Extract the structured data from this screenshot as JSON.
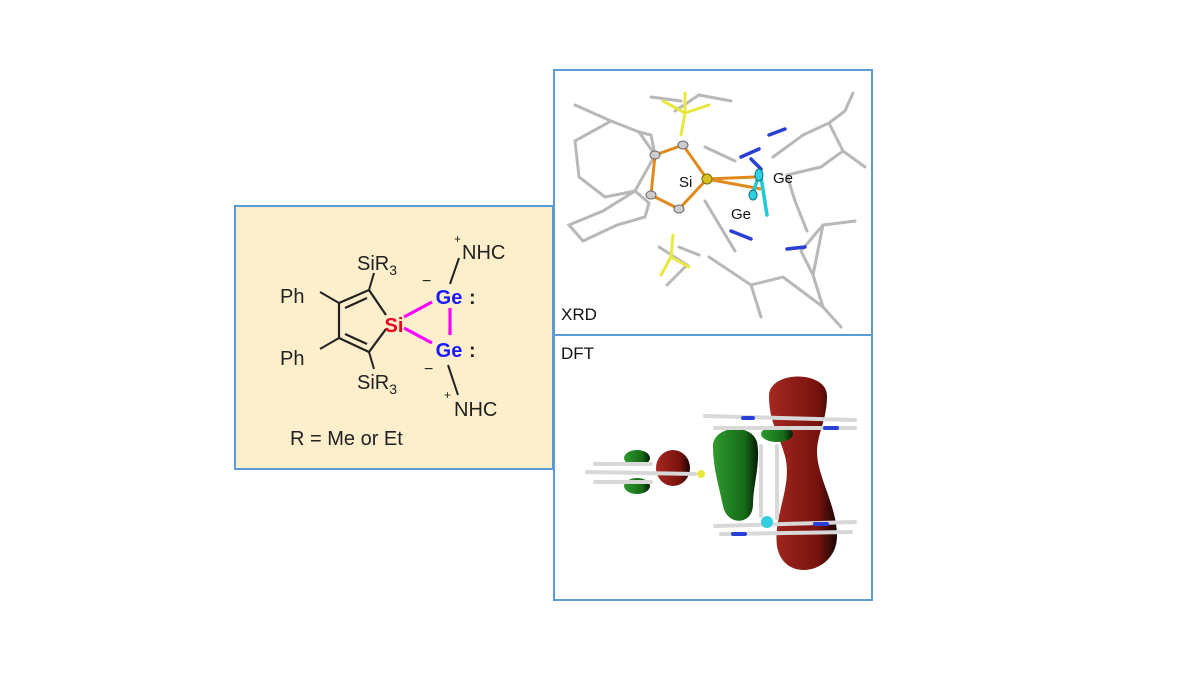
{
  "structure": {
    "ring_si": "Si",
    "ge_top": "Ge",
    "ge_bottom": "Ge",
    "lone_pair": ":",
    "minus": "−",
    "plus": "+",
    "nhc": "NHC",
    "ph": "Ph",
    "sir3_si": "SiR",
    "sir3_sub": "3",
    "r_definition": "R = Me or Et"
  },
  "xrd": {
    "label": "XRD",
    "atom_si": "Si",
    "atom_ge1": "Ge",
    "atom_ge2": "Ge"
  },
  "dft": {
    "label": "DFT"
  },
  "colors": {
    "border": "#5b9bd5",
    "left_bg": "#fdefcc",
    "si_red": "#e8001c",
    "ge_blue": "#1a1aff",
    "bond_magenta": "#ff00ff",
    "orbital_red": "#8b1a14",
    "orbital_green": "#1f7a1f"
  }
}
